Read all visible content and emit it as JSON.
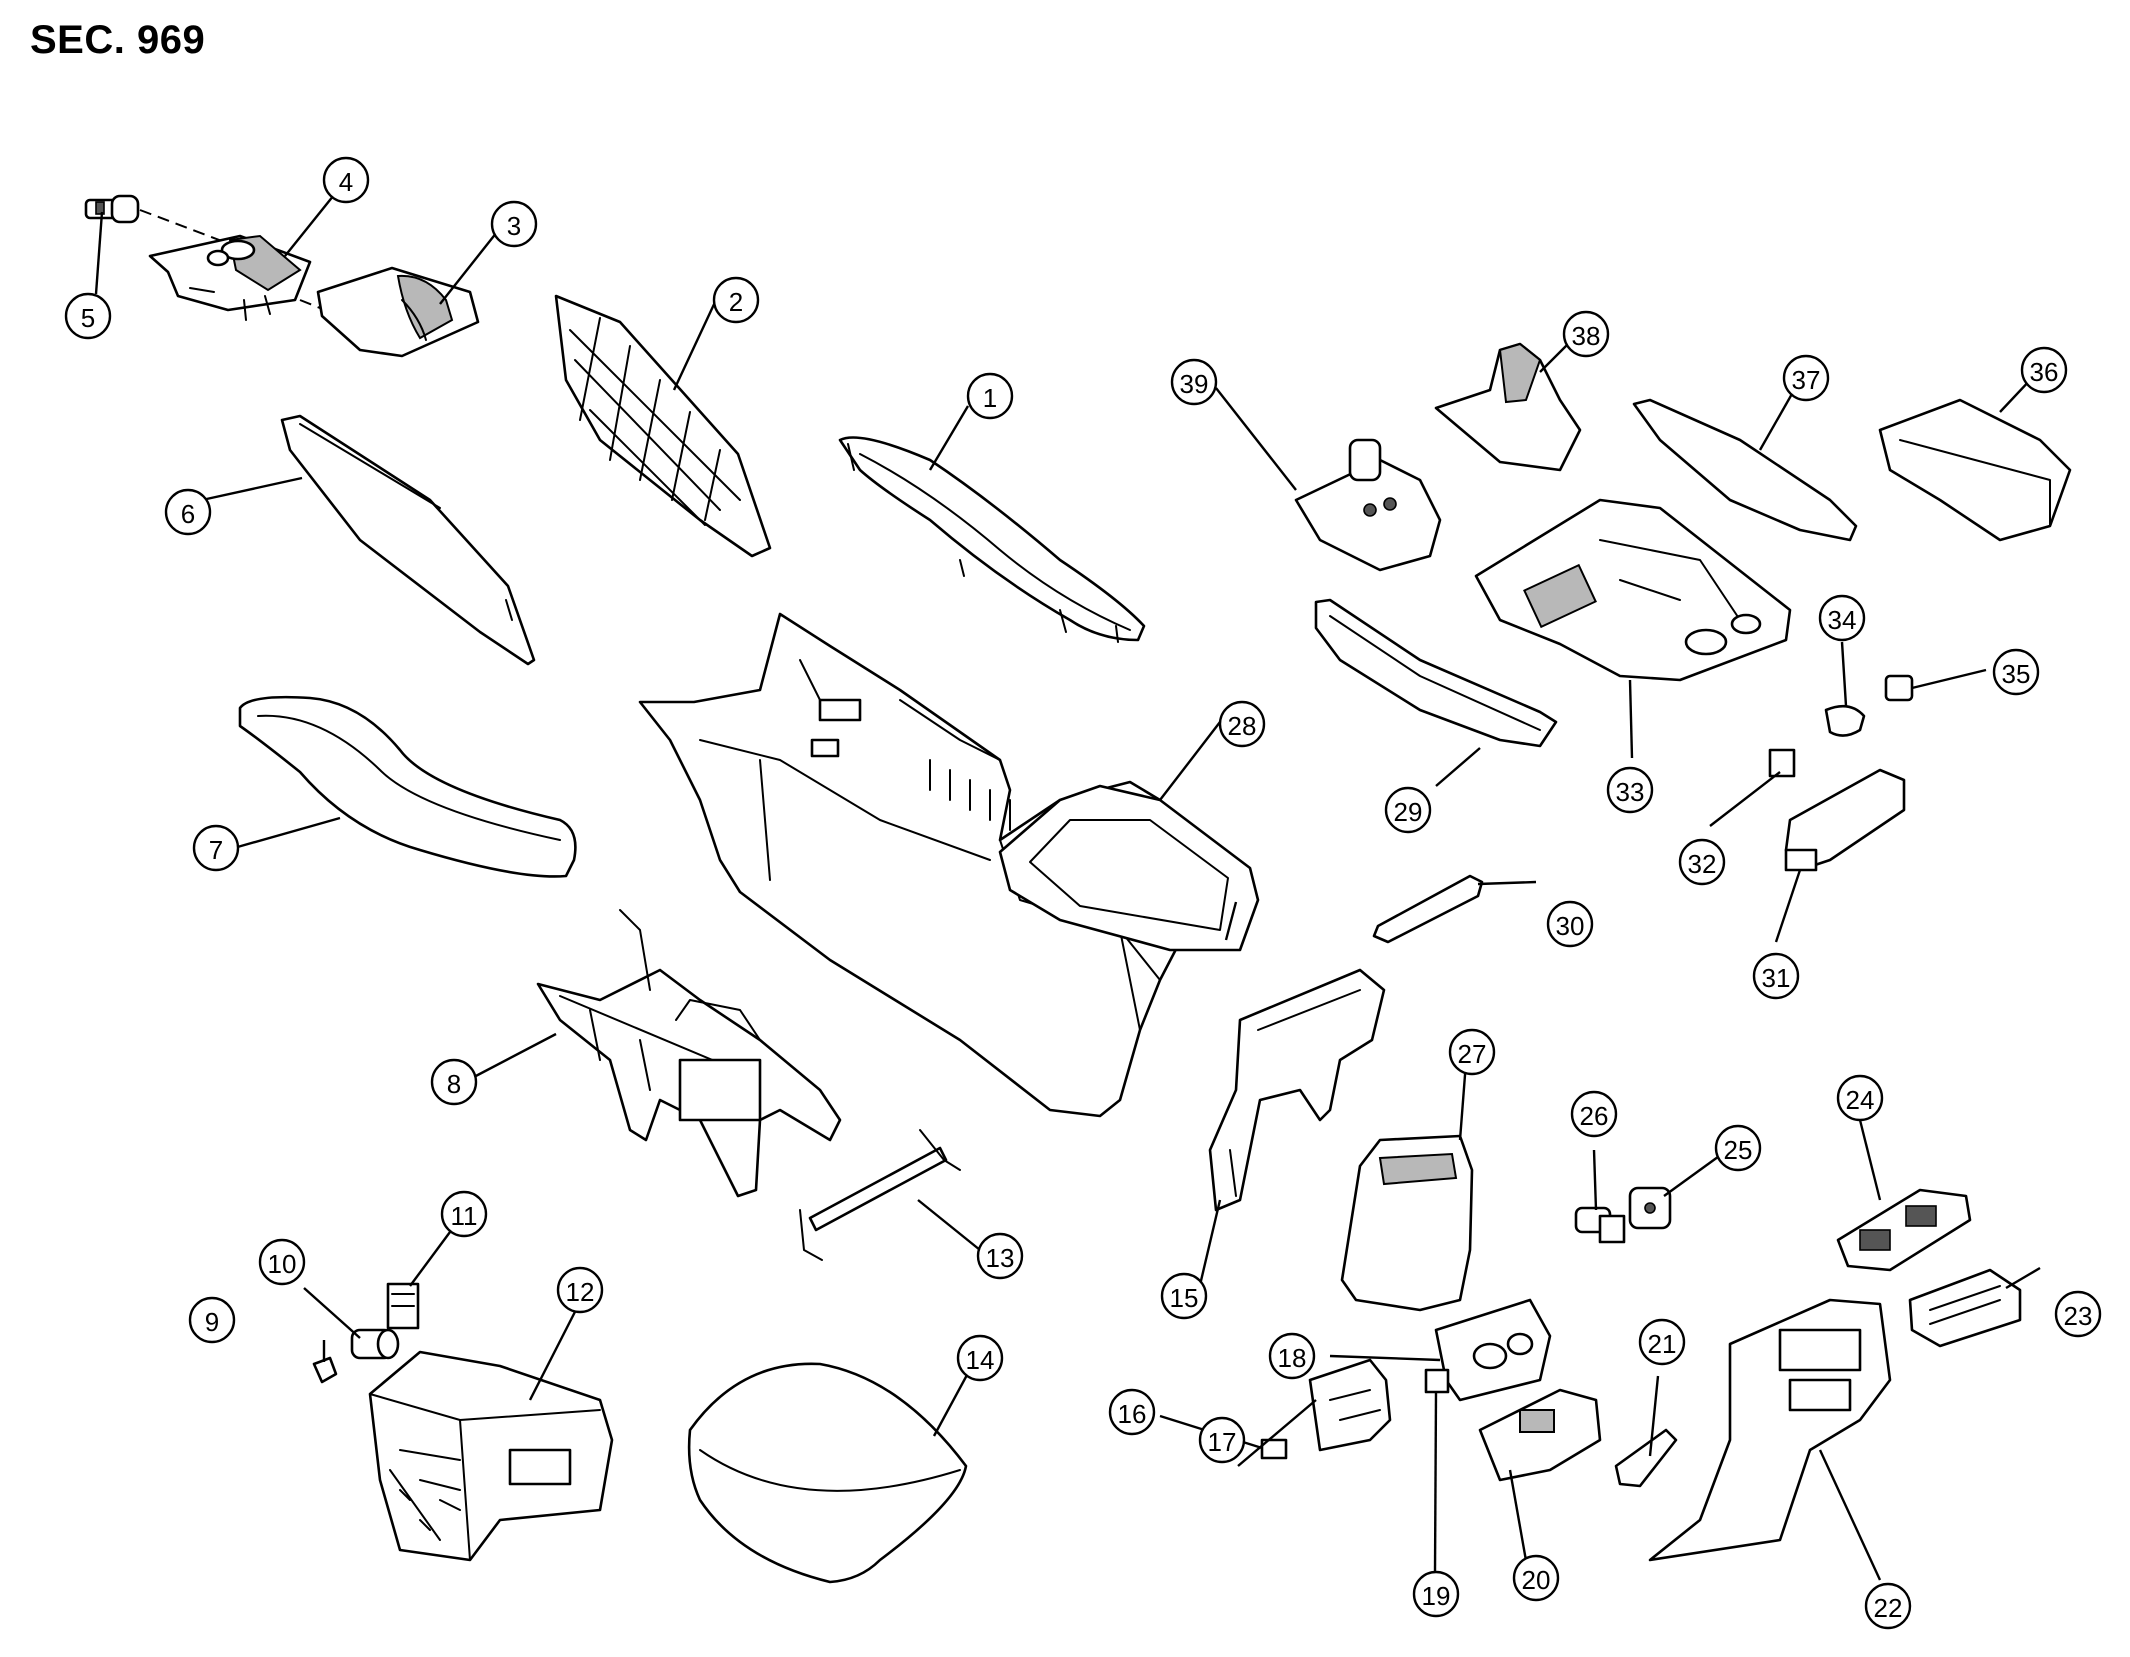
{
  "title": "SEC. 969",
  "callouts": [
    "1",
    "2",
    "3",
    "4",
    "5",
    "6",
    "7",
    "8",
    "9",
    "10",
    "11",
    "12",
    "13",
    "14",
    "15",
    "16",
    "17",
    "18",
    "19",
    "20",
    "21",
    "22",
    "23",
    "24",
    "25",
    "26",
    "27",
    "28",
    "29",
    "30",
    "31",
    "32",
    "33",
    "34",
    "35",
    "36",
    "37",
    "38",
    "39"
  ]
}
